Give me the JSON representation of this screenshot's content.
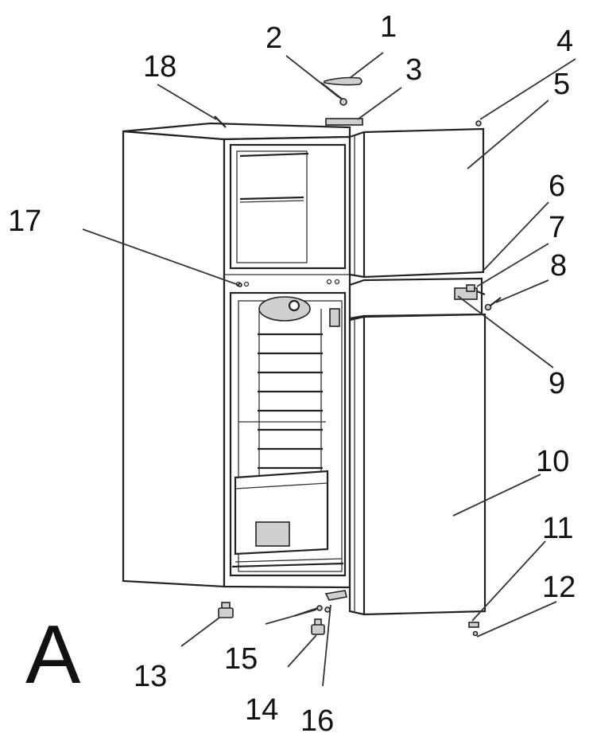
{
  "figure": {
    "panel_label": "A",
    "callouts": [
      "1",
      "2",
      "3",
      "4",
      "5",
      "6",
      "7",
      "8",
      "9",
      "10",
      "11",
      "12",
      "13",
      "14",
      "15",
      "16",
      "17",
      "18"
    ]
  }
}
